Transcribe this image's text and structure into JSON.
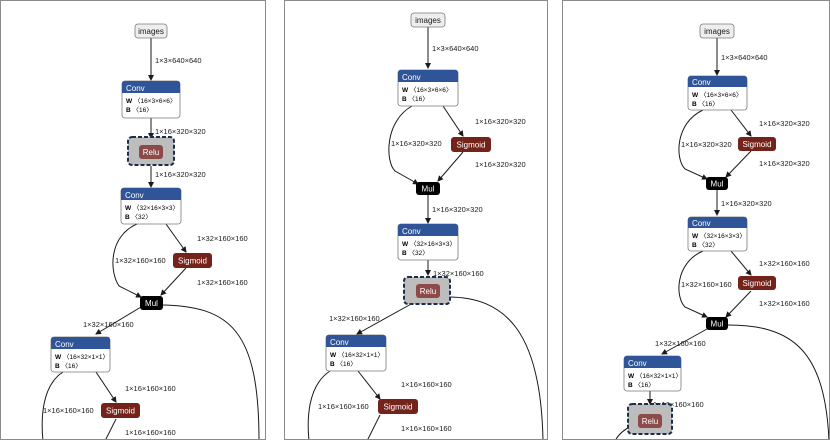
{
  "graphs": [
    {
      "input": "images",
      "input_shape": "1×3×640×640",
      "conv1": {
        "title": "Conv",
        "w": "〈16×3×6×6〉",
        "b": "〈16〉"
      },
      "e1": "1×16×320×320",
      "relu1": "Relu",
      "e2": "1×16×320×320",
      "conv2": {
        "title": "Conv",
        "w": "〈32×16×3×3〉",
        "b": "〈32〉"
      },
      "e3": "1×32×160×160",
      "sig1": "Sigmoid",
      "e4": "1×32×160×160",
      "e5": "1×32×160×160",
      "mul1": "Mul",
      "e6": "1×32×160×160",
      "conv3": {
        "title": "Conv",
        "w": "〈16×32×1×1〉",
        "b": "〈16〉"
      },
      "e7": "1×16×160×160",
      "sig2": "Sigmoid",
      "e8": "1×16×160×160",
      "e9": "1×16×160×160"
    },
    {
      "input": "images",
      "input_shape": "1×3×640×640",
      "conv1": {
        "title": "Conv",
        "w": "〈16×3×6×6〉",
        "b": "〈16〉"
      },
      "e1": "1×16×320×320",
      "sig1": "Sigmoid",
      "e2": "1×16×320×320",
      "e3": "1×16×320×320",
      "mul1": "Mul",
      "e4": "1×16×320×320",
      "conv2": {
        "title": "Conv",
        "w": "〈32×16×3×3〉",
        "b": "〈32〉"
      },
      "e5": "1×32×160×160",
      "relu1": "Relu",
      "e6": "1×32×160×160",
      "conv3": {
        "title": "Conv",
        "w": "〈16×32×1×1〉",
        "b": "〈16〉"
      },
      "e7": "1×16×160×160",
      "sig2": "Sigmoid",
      "e8": "1×16×160×160",
      "e9": "1×16×160×160"
    },
    {
      "input": "images",
      "input_shape": "1×3×640×640",
      "conv1": {
        "title": "Conv",
        "w": "〈16×3×6×6〉",
        "b": "〈16〉"
      },
      "e1": "1×16×320×320",
      "sig1": "Sigmoid",
      "e2": "1×16×320×320",
      "e3": "1×16×320×320",
      "mul1": "Mul",
      "e4": "1×16×320×320",
      "conv2": {
        "title": "Conv",
        "w": "〈32×16×3×3〉",
        "b": "〈32〉"
      },
      "e5": "1×32×160×160",
      "sig2": "Sigmoid",
      "e6": "1×32×160×160",
      "e7": "1×32×160×160",
      "mul2": "Mul",
      "e8": "1×32×160×160",
      "conv3": {
        "title": "Conv",
        "w": "〈16×32×1×1〉",
        "b": "〈16〉"
      },
      "e9": "1×16×160×160",
      "relu1": "Relu"
    }
  ],
  "colors": {
    "conv_header": "#2f5497",
    "sigmoid": "#74231b",
    "relu": "#8c4a49",
    "relu_highlight": "#bdbdbd",
    "mul": "#000000",
    "io": "#eeeeee"
  }
}
